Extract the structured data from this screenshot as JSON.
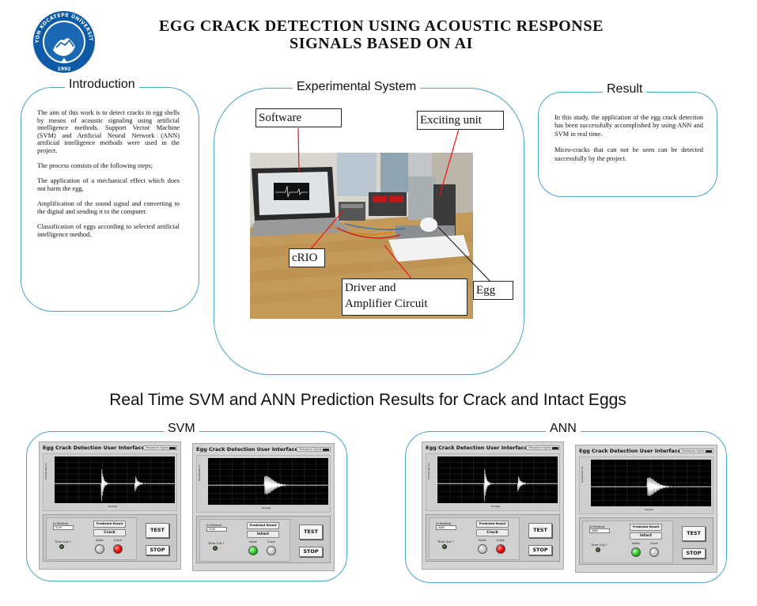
{
  "header": {
    "title_line1": "EGG CRACK DETECTION USING ACOUSTIC RESPONSE",
    "title_line2": "SIGNALS BASED ON AI",
    "logo_text": "AFYON KOCATEPE ÜNİVERSİTESİ",
    "logo_year": "1992"
  },
  "introduction": {
    "heading": "Introduction",
    "paragraphs": [
      "The aim of this work is to detect cracks in egg shells by means of acoustic signaling using artificial intelligence methods. Support Vector Machine (SVM) and Artificial Neural Network (ANN) artificial intelligence methods were used in the project.",
      "The process consists of the following steps;",
      "The application of a mechanical effect which does not harm the egg,",
      "Amplification of the sound signal and converting to the digital and sending it to the computer.",
      "Classification of eggs according to selected artificial intelligence method."
    ]
  },
  "experimental": {
    "heading": "Experimental System",
    "labels": {
      "software": "Software",
      "exciting": "Exciting unit",
      "crio": "cRIO",
      "driver_line1": "Driver and",
      "driver_line2": "Amplifier Circuit",
      "egg": "Egg"
    }
  },
  "result": {
    "heading": "Result",
    "paragraphs": [
      "In this study, the application of the egg crack detection has been successfully accomplished by using ANN and SVM in real time.",
      "Micro-cracks that can not be seen can be detected successfully by the project."
    ]
  },
  "prediction_section": {
    "heading": "Real Time SVM and ANN Prediction Results for Crack and Intact Eggs",
    "svm_heading": "SVM",
    "ann_heading": "ANN"
  },
  "ui_common": {
    "window_title": "Egg Crack Detection User Interface",
    "signal_label": "Response Signal",
    "method_label": "AI Method",
    "time_out_label": "Time Out ?",
    "predicted_label": "Predicted Result",
    "intact_led_label": "Intact",
    "crack_led_label": "Crack",
    "test_button": "TEST",
    "stop_button": "STOP",
    "x_axis": "Sample",
    "y_axis": "Amplitude (V)"
  },
  "screens": [
    {
      "method": "SVM",
      "result": "Crack",
      "active_led": "crack",
      "signal": "crack"
    },
    {
      "method": "SVM",
      "result": "Intact",
      "active_led": "intact",
      "signal": "intact"
    },
    {
      "method": "ANN",
      "result": "Crack",
      "active_led": "crack",
      "signal": "crack"
    },
    {
      "method": "ANN",
      "result": "Intact",
      "active_led": "intact",
      "signal": "intact"
    }
  ],
  "colors": {
    "panel_border": "#4aa3c8",
    "logo_blue": "#0d5aa7",
    "led_red": "#e00000",
    "led_green": "#22c022"
  }
}
